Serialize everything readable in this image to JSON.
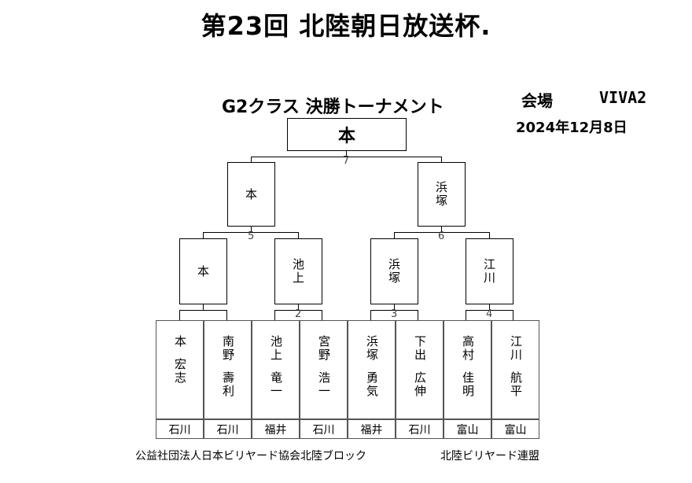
{
  "header": {
    "title": "第23回  北陸朝日放送杯.",
    "subtitle": "G2クラス 決勝トーナメント",
    "venue_label": "会場",
    "venue_value": "VIVA2",
    "date": "2024年12月8日"
  },
  "bracket": {
    "champion": "本",
    "final": {
      "match_no": "7",
      "left": "本",
      "right": "浜塚"
    },
    "semis": [
      {
        "match_no": "5",
        "left": "本",
        "right": "池上"
      },
      {
        "match_no": "6",
        "left": "浜塚",
        "right": "江川"
      }
    ],
    "first_round_numbers": [
      "2",
      "3",
      "4"
    ]
  },
  "players": [
    {
      "last": "本",
      "first": "宏志",
      "pref": "石川"
    },
    {
      "last": "南野",
      "first": "壽利",
      "pref": "石川"
    },
    {
      "last": "池上",
      "first": "竜一",
      "pref": "福井"
    },
    {
      "last": "宮野",
      "first": "浩一",
      "pref": "石川"
    },
    {
      "last": "浜塚",
      "first": "勇気",
      "pref": "福井"
    },
    {
      "last": "下出",
      "first": "広伸",
      "pref": "石川"
    },
    {
      "last": "高村",
      "first": "佳明",
      "pref": "富山"
    },
    {
      "last": "江川",
      "first": "航平",
      "pref": "富山"
    }
  ],
  "footer": {
    "organizer": "公益社団法人日本ビリヤード協会北陸ブロック",
    "federation": "北陸ビリヤード連盟"
  }
}
